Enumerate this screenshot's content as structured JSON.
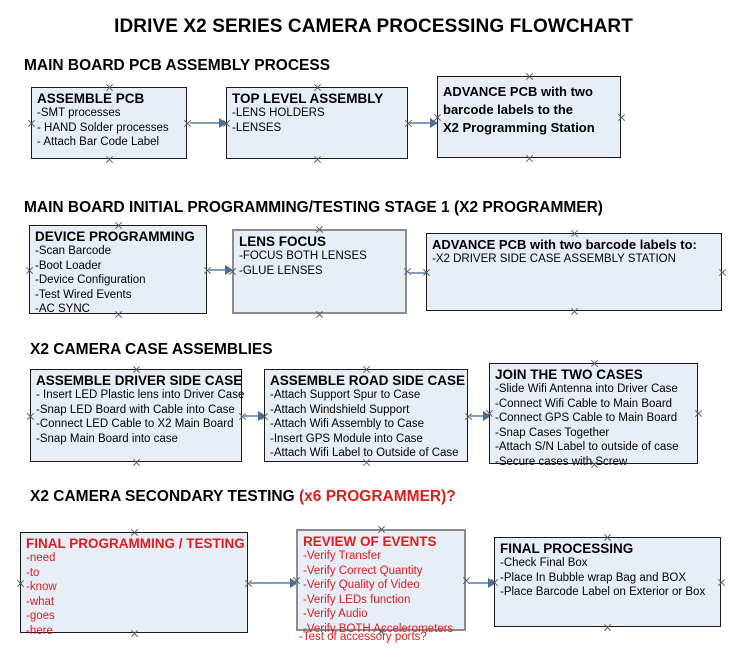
{
  "document": {
    "title": "IDRIVE X2  SERIES CAMERA PROCESSING FLOWCHART"
  },
  "colors": {
    "box_fill": "#e8eef7",
    "box_border": "#1a1a1a",
    "box_border_gray": "#8c8c8c",
    "arrow": "#7d9ec0",
    "arrow_head": "#4a6d99",
    "text": "#000000",
    "accent_red": "#e01b1b"
  },
  "sections": [
    {
      "id": "main-board-pcb-assembly",
      "header": "MAIN BOARD PCB ASSEMBLY PROCESS",
      "header_accent": "",
      "nodes": [
        {
          "id": "assemble-pcb",
          "title": "ASSEMBLE PCB",
          "lines": [
            "-SMT processes",
            "- HAND Solder processes",
            "- Attach Bar Code Label"
          ]
        },
        {
          "id": "top-level-assembly",
          "title": "TOP LEVEL ASSEMBLY",
          "lines": [
            "-LENS HOLDERS",
            "-LENSES"
          ]
        },
        {
          "id": "advance-pcb-programming-station",
          "title": "",
          "lines": [
            "ADVANCE PCB with two",
            "barcode labels to the",
            " X2 Programming Station"
          ]
        }
      ]
    },
    {
      "id": "main-board-initial-programming",
      "header": "MAIN BOARD INITIAL PROGRAMMING/TESTING STAGE 1 (X2 PROGRAMMER)",
      "header_accent": "",
      "nodes": [
        {
          "id": "device-programming",
          "title": "DEVICE PROGRAMMING",
          "lines": [
            "-Scan Barcode",
            "-Boot Loader",
            "-Device Configuration",
            "-Test Wired Events",
            "-AC SYNC"
          ]
        },
        {
          "id": "lens-focus",
          "title": "LENS FOCUS",
          "lines": [
            "-FOCUS BOTH LENSES",
            "-GLUE LENSES"
          ]
        },
        {
          "id": "advance-pcb-driver-side-case",
          "title": "ADVANCE PCB with two barcode labels to:",
          "lines": [
            "-X2 DRIVER  SIDE  CASE  ASSEMBLY STATION"
          ]
        }
      ]
    },
    {
      "id": "x2-camera-case-assemblies",
      "header": "X2 CAMERA CASE ASSEMBLIES",
      "header_accent": "",
      "nodes": [
        {
          "id": "assemble-driver-side-case",
          "title": "ASSEMBLE DRIVER SIDE CASE",
          "lines": [
            "- Insert LED Plastic lens into Driver Case",
            "-Snap LED Board with Cable into Case",
            "-Connect LED Cable to X2 Main Board",
            "-Snap Main Board into case"
          ]
        },
        {
          "id": "assemble-road-side-case",
          "title": "ASSEMBLE ROAD SIDE CASE",
          "lines": [
            "-Attach Support Spur to Case",
            "-Attach Windshield Support",
            "-Attach Wifi Assembly to Case",
            "-Insert GPS Module into Case",
            "-Attach Wifi Label to Outside of Case"
          ]
        },
        {
          "id": "join-the-two-cases",
          "title": "JOIN THE TWO CASES",
          "lines": [
            "-Slide Wifi Antenna into Driver Case",
            "-Connect Wifi Cable to Main Board",
            "-Connect GPS Cable to Main Board",
            "-Snap Cases Together",
            "-Attach S/N Label to outside of case",
            "-Secure cases with Screw"
          ]
        }
      ]
    },
    {
      "id": "x2-camera-secondary-testing",
      "header": "X2 CAMERA SECONDARY TESTING ",
      "header_accent": "(x6 PROGRAMMER)?",
      "nodes": [
        {
          "id": "final-programming-testing",
          "title": "FINAL PROGRAMMING / TESTING",
          "lines": [
            "-need",
            "-to",
            "-know",
            "-what",
            "-goes",
            "-here"
          ]
        },
        {
          "id": "review-of-events",
          "title": "REVIEW OF EVENTS",
          "lines": [
            "-Verify Transfer",
            "-Verify Correct Quantity",
            "-Verify Quality of Video",
            "-Verify LEDs function",
            "-Verify Audio",
            "-Verify BOTH Accelerometers"
          ],
          "overflow_line": "-Test of accessory ports?"
        },
        {
          "id": "final-processing",
          "title": "FINAL PROCESSING",
          "lines": [
            " -Check Final Box",
            "-Place In Bubble wrap Bag and BOX",
            "-Place Barcode Label on Exterior or Box"
          ]
        }
      ]
    }
  ]
}
